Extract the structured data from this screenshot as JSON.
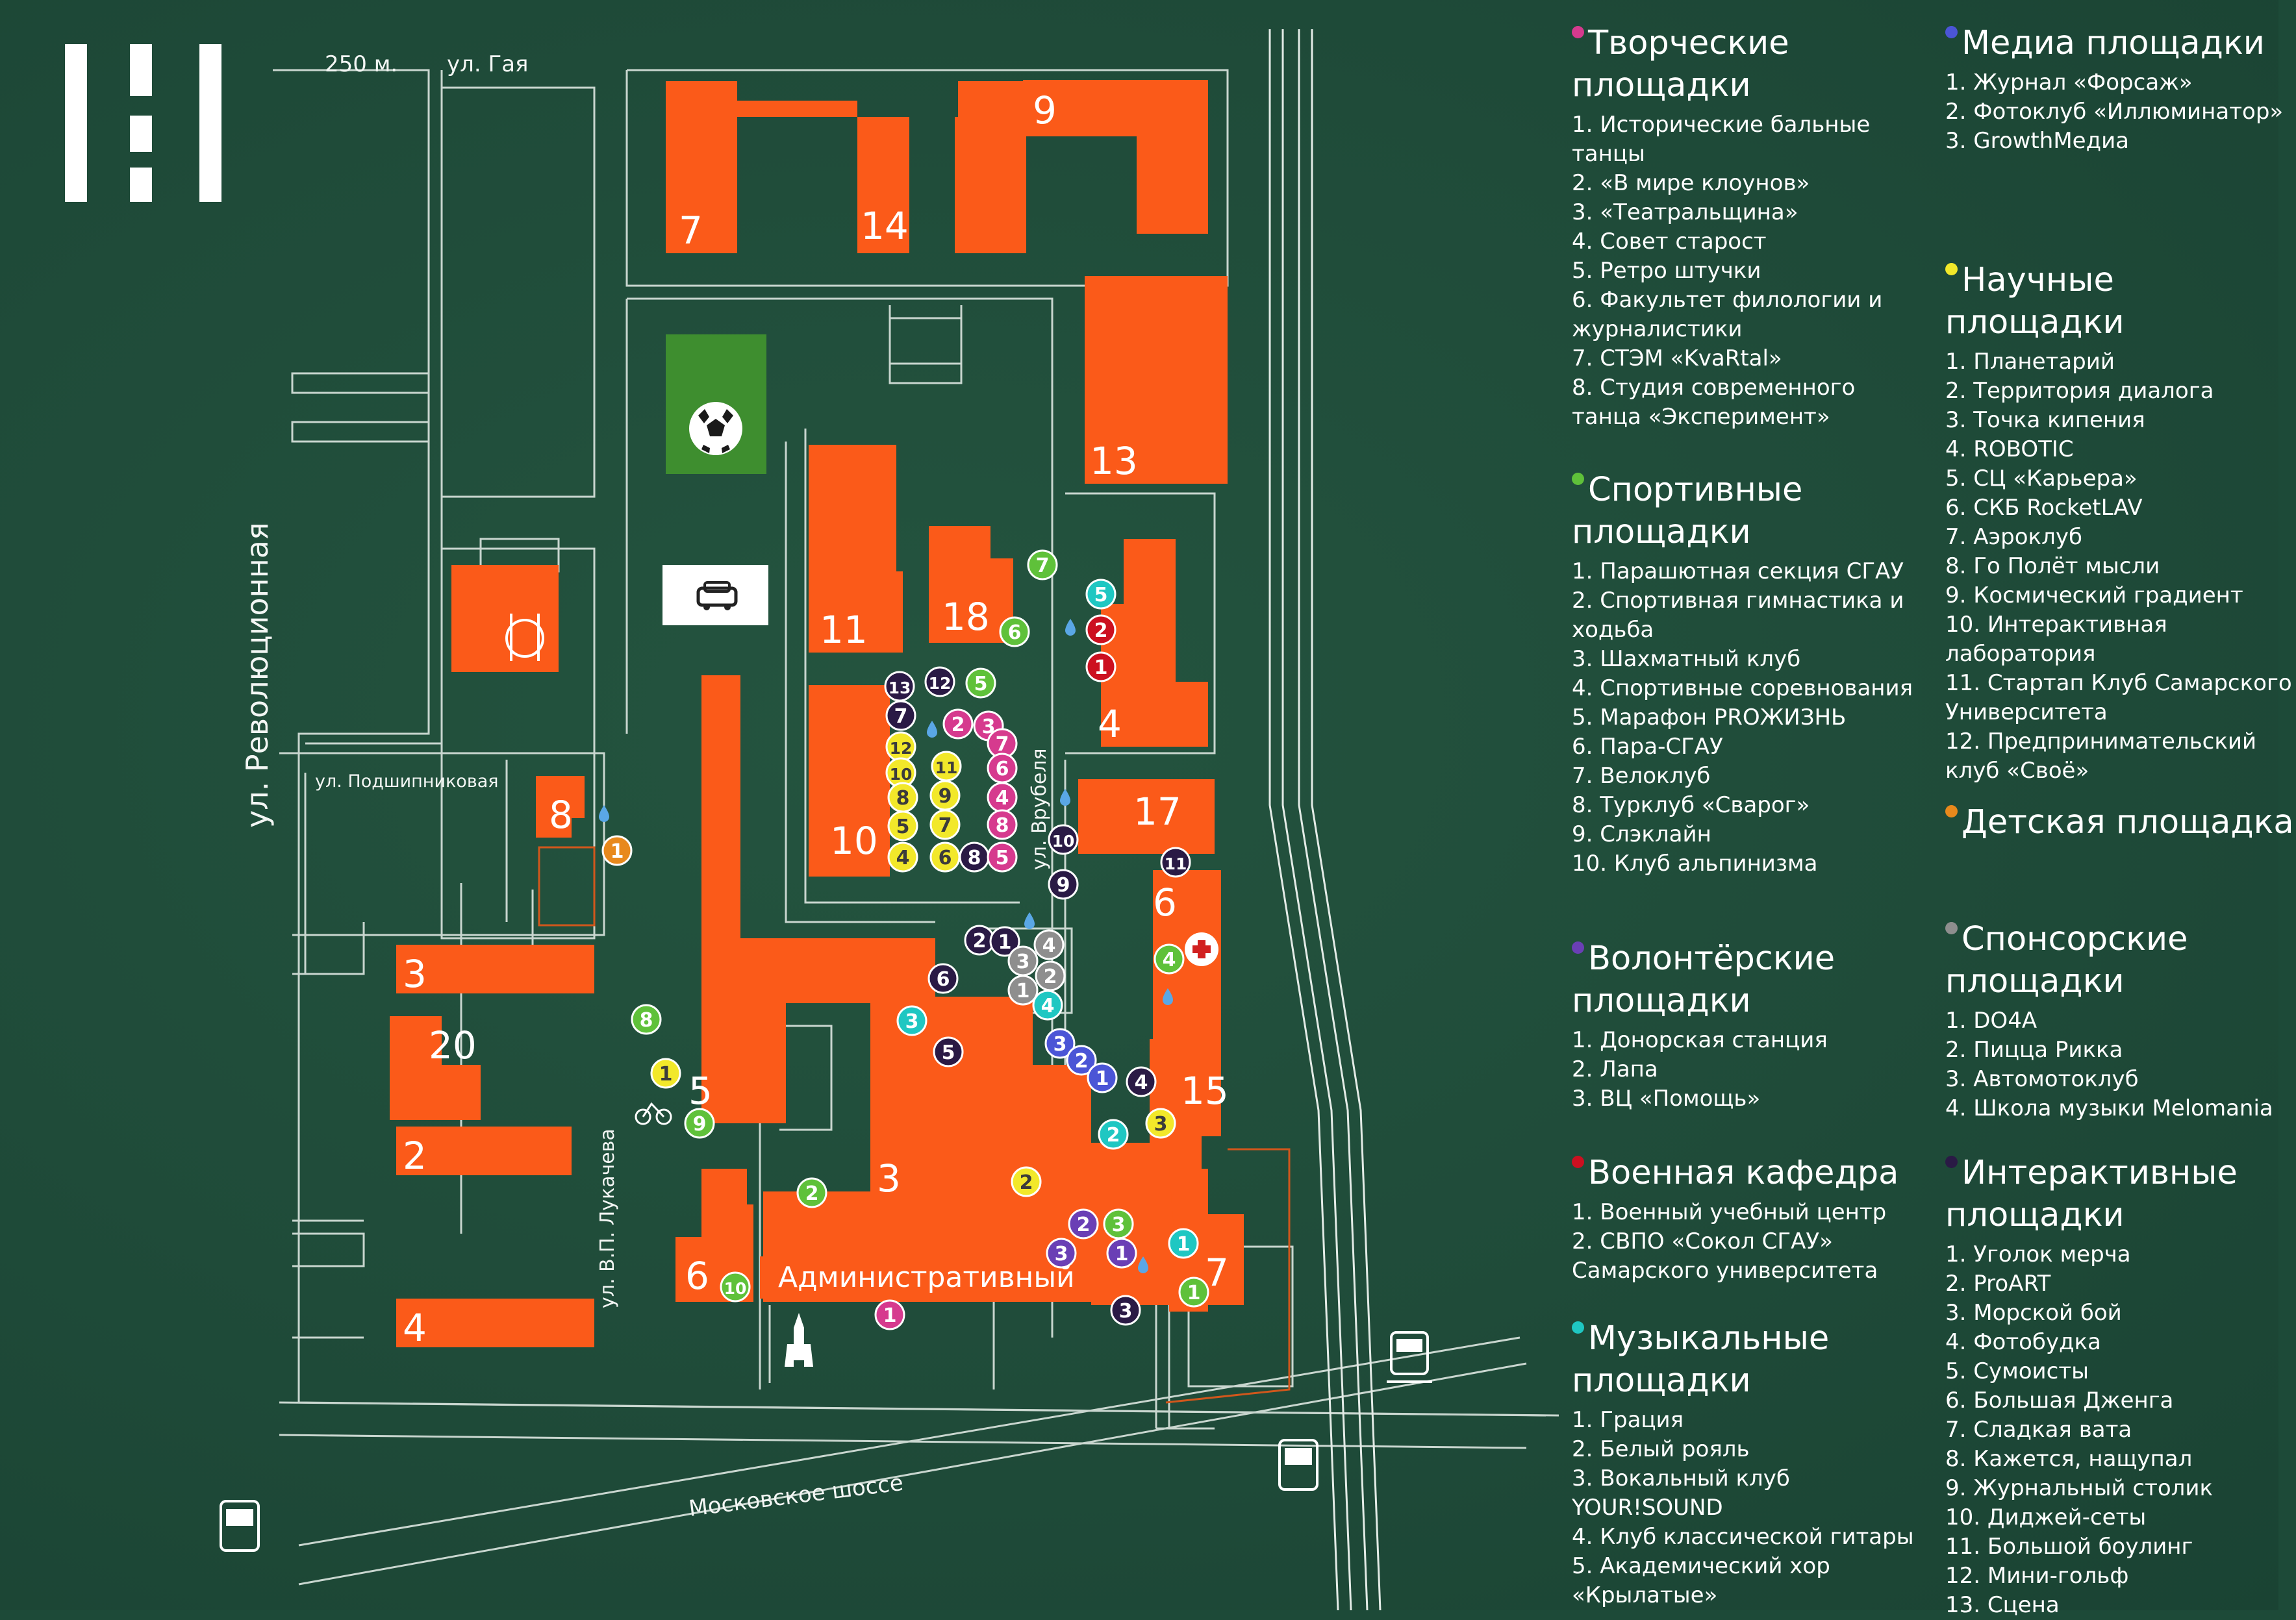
{
  "map": {
    "scale_label": "250 м.",
    "streets": {
      "gaya": "ул. Гая",
      "revolyutsionnaya": "ул. Революционная",
      "podshipnikovaya": "ул. Подшипниковая",
      "lukacheva": "ул. В.П. Лукачева",
      "vrubelya": "ул. Врубеля",
      "moskovskoe": "Московское шоссе"
    },
    "building_numbers": {
      "b7_top": "7",
      "b14": "14",
      "b9": "9",
      "b13": "13",
      "b11": "11",
      "b18": "18",
      "b4_right": "4",
      "b17": "17",
      "b10": "10",
      "b6_right": "6",
      "b15": "15",
      "b8": "8",
      "b3_left": "3",
      "b20": "20",
      "b2": "2",
      "b4_left": "4",
      "b5": "5",
      "b3_center": "3",
      "b6_left": "6",
      "b7_right": "7"
    },
    "admin_label": "Административный",
    "colors": {
      "background": "#1f4b39",
      "building": "#fb5a19",
      "field": "#3e8e2f"
    },
    "markers": [
      {
        "n": "13",
        "cat": "interactive"
      },
      {
        "n": "12",
        "cat": "interactive"
      },
      {
        "n": "5",
        "cat": "sport"
      },
      {
        "n": "7",
        "cat": "interactive"
      },
      {
        "n": "2",
        "cat": "creative"
      },
      {
        "n": "3",
        "cat": "creative"
      },
      {
        "n": "7",
        "cat": "creative"
      },
      {
        "n": "12",
        "cat": "science"
      },
      {
        "n": "11",
        "cat": "science"
      },
      {
        "n": "6",
        "cat": "creative"
      },
      {
        "n": "10",
        "cat": "science"
      },
      {
        "n": "8",
        "cat": "science"
      },
      {
        "n": "9",
        "cat": "science"
      },
      {
        "n": "4",
        "cat": "creative"
      },
      {
        "n": "5",
        "cat": "science"
      },
      {
        "n": "7",
        "cat": "science"
      },
      {
        "n": "8",
        "cat": "creative"
      },
      {
        "n": "4",
        "cat": "science"
      },
      {
        "n": "6",
        "cat": "science"
      },
      {
        "n": "8",
        "cat": "interactive"
      },
      {
        "n": "5",
        "cat": "creative"
      },
      {
        "n": "7",
        "cat": "sport"
      },
      {
        "n": "5",
        "cat": "music"
      },
      {
        "n": "2",
        "cat": "military"
      },
      {
        "n": "1",
        "cat": "military"
      },
      {
        "n": "6",
        "cat": "sport"
      },
      {
        "n": "10",
        "cat": "interactive"
      },
      {
        "n": "9",
        "cat": "interactive"
      },
      {
        "n": "11",
        "cat": "interactive"
      },
      {
        "n": "1",
        "cat": "kids"
      },
      {
        "n": "2",
        "cat": "interactive"
      },
      {
        "n": "1",
        "cat": "interactive"
      },
      {
        "n": "4",
        "cat": "sponsor"
      },
      {
        "n": "3",
        "cat": "sponsor"
      },
      {
        "n": "2",
        "cat": "sponsor"
      },
      {
        "n": "1",
        "cat": "sponsor"
      },
      {
        "n": "6",
        "cat": "interactive"
      },
      {
        "n": "4",
        "cat": "sport"
      },
      {
        "n": "4",
        "cat": "music"
      },
      {
        "n": "3",
        "cat": "music"
      },
      {
        "n": "5",
        "cat": "interactive"
      },
      {
        "n": "8",
        "cat": "sport"
      },
      {
        "n": "1",
        "cat": "science"
      },
      {
        "n": "9",
        "cat": "sport"
      },
      {
        "n": "3",
        "cat": "media"
      },
      {
        "n": "2",
        "cat": "media"
      },
      {
        "n": "1",
        "cat": "media"
      },
      {
        "n": "4",
        "cat": "interactive"
      },
      {
        "n": "2",
        "cat": "music"
      },
      {
        "n": "3",
        "cat": "science"
      },
      {
        "n": "2",
        "cat": "sport"
      },
      {
        "n": "2",
        "cat": "science"
      },
      {
        "n": "2",
        "cat": "volunteer"
      },
      {
        "n": "3",
        "cat": "sport"
      },
      {
        "n": "3",
        "cat": "volunteer"
      },
      {
        "n": "1",
        "cat": "volunteer"
      },
      {
        "n": "1",
        "cat": "music"
      },
      {
        "n": "1",
        "cat": "sport"
      },
      {
        "n": "10",
        "cat": "sport"
      },
      {
        "n": "1",
        "cat": "creative"
      },
      {
        "n": "3",
        "cat": "interactive"
      }
    ]
  },
  "legend": {
    "creative": {
      "title": "Творческие площадки",
      "color": "#d63a8e",
      "items": [
        "1. Исторические бальные танцы",
        "2. «В мире клоунов»",
        "3. «Театральщина»",
        "4. Совет старост",
        "5. Ретро штучки",
        "6. Факультет филологии и журналистики",
        "7. СТЭМ «KvaRtal»",
        "8. Студия современного танца «Эксперимент»"
      ]
    },
    "sport": {
      "title": "Спортивные площадки",
      "color": "#5fc13a",
      "items": [
        "1. Парашютная секция СГАУ",
        "2. Спортивная гимнастика и ходьба",
        "3. Шахматный клуб",
        "4. Спортивные соревнования",
        "5. Марафон PROЖИЗНЬ",
        "6. Пара-СГАУ",
        "7. Велоклуб",
        "8. Турклуб «Сварог»",
        "9. Слэклайн",
        "10. Клуб альпинизма"
      ]
    },
    "volunteer": {
      "title": "Волонтёрские площадки",
      "color": "#6a3fb5",
      "items": [
        "1. Донорская станция",
        "2. Лапа",
        "3. ВЦ «Помощь»"
      ]
    },
    "military": {
      "title": "Военная кафедра",
      "color": "#cc1020",
      "items": [
        "1. Военный учебный центр",
        "2. СВПО «Сокол СГАУ» Самарского университета"
      ]
    },
    "music": {
      "title": "Музыкальные площадки",
      "color": "#1fc7c2",
      "items": [
        "1. Грация",
        "2. Белый рояль",
        "3. Вокальный клуб YOUR!SOUND",
        "4. Клуб классической гитары",
        "5. Академический хор «Крылатые»"
      ]
    },
    "media": {
      "title": "Медиа площадки",
      "color": "#4b55d6",
      "items": [
        "1. Журнал «Форсаж»",
        "2. Фотоклуб «Иллюминатор»",
        "3. GrowthМедиа"
      ]
    },
    "science": {
      "title": "Научные площадки",
      "color": "#f2e82a",
      "items": [
        "1. Планетарий",
        "2. Территория диалога",
        "3. Точка кипения",
        "4. ROBOTIC",
        "5. СЦ «Карьера»",
        "6. СКБ RocketLAV",
        "7. Аэроклуб",
        "8. Го Полёт мысли",
        "9. Космический градиент",
        "10. Интерактивная лаборатория",
        "11. Стартап Клуб Самарского Университета",
        "12. Предпринимательский клуб «Своё»"
      ]
    },
    "kids": {
      "title": "Детская площадка",
      "color": "#e8891c",
      "items": []
    },
    "sponsor": {
      "title": "Спонсорские площадки",
      "color": "#8e8e8e",
      "items": [
        "1. DO4A",
        "2. Пицца Рикка",
        "3. Автомотоклуб",
        "4. Школа музыки Melomania"
      ]
    },
    "interactive": {
      "title": "Интерактивные площадки",
      "color": "#2a1a45",
      "items": [
        "1. Уголок мерча",
        "2. ProART",
        "3. Морской бой",
        "4. Фотобудка",
        "5. Сумоисты",
        "6. Большая Дженга",
        "7. Сладкая вата",
        "8. Кажется, нащупал",
        "9. Журнальный столик",
        "10. Диджей-сеты",
        "11. Большой боулинг",
        "12. Мини-гольф",
        "13. Сцена"
      ]
    }
  }
}
